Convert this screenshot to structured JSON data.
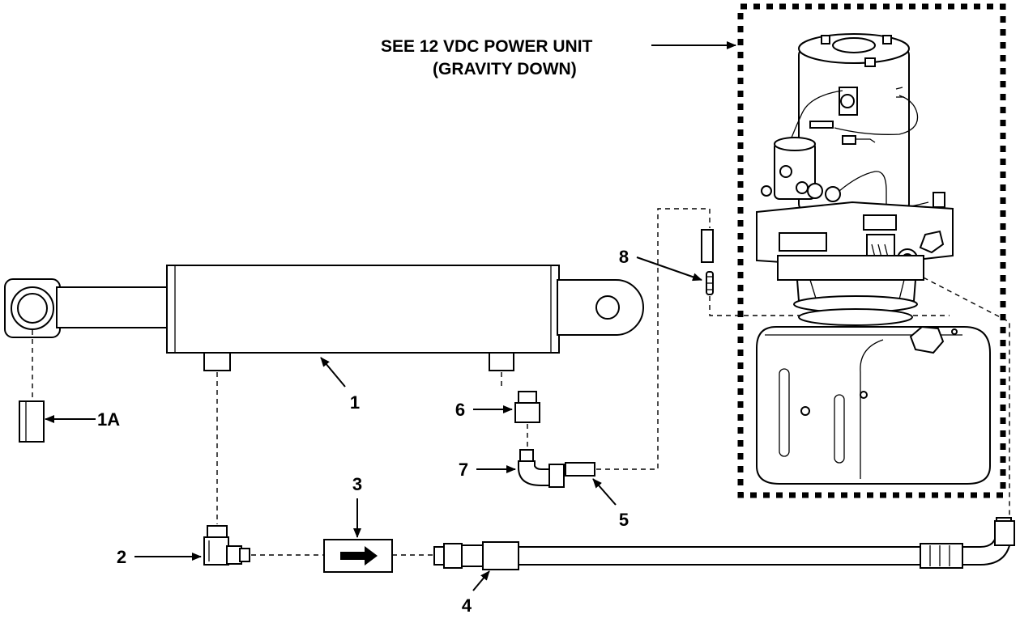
{
  "callouts": {
    "c1": "1",
    "c1a": "1A",
    "c2": "2",
    "c3": "3",
    "c4": "4",
    "c5": "5",
    "c6": "6",
    "c7": "7",
    "c8": "8"
  },
  "power_unit_note": {
    "line1": "SEE 12 VDC POWER UNIT",
    "line2": "(GRAVITY DOWN)"
  },
  "colors": {
    "ink": "#000000",
    "paper": "#ffffff"
  }
}
